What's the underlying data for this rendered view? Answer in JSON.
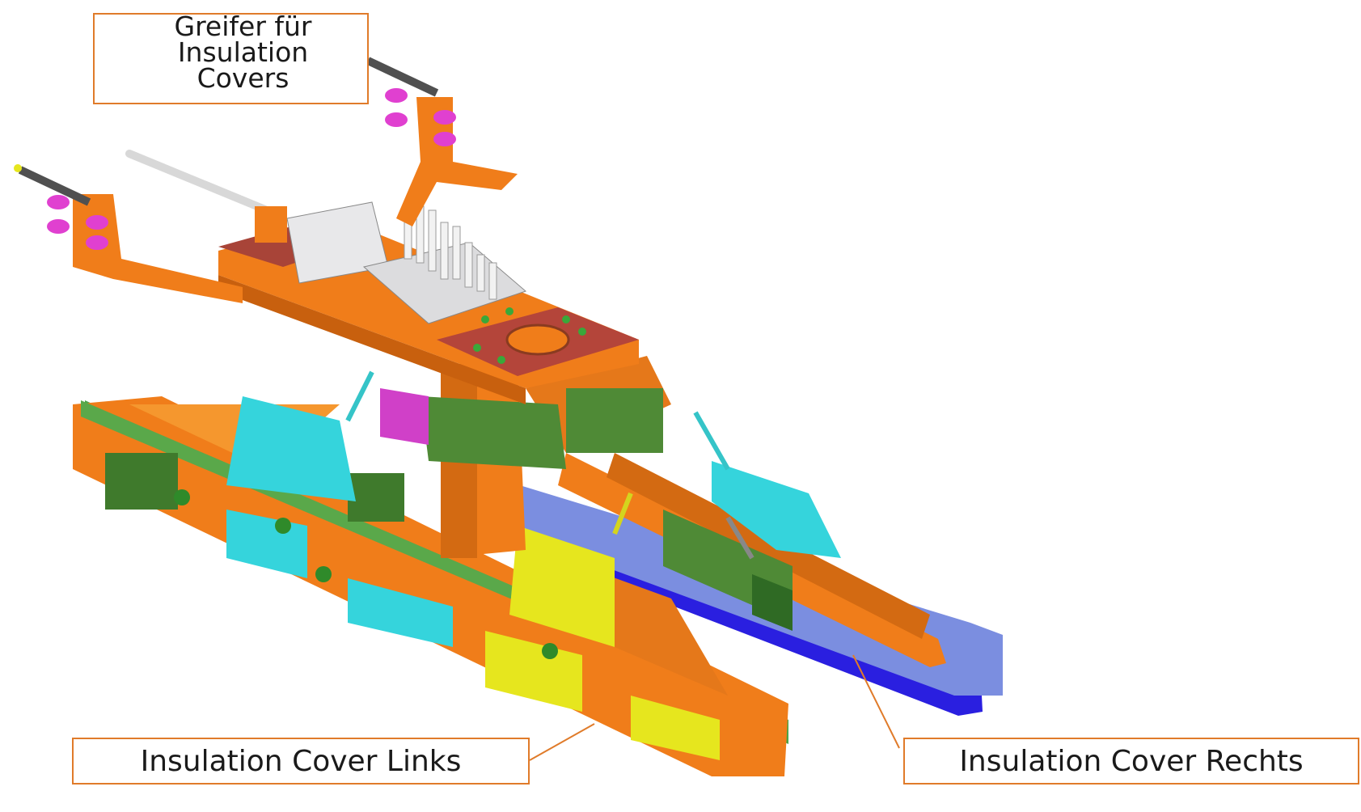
{
  "labels": {
    "gripper": "Greifer für Insulation Covers",
    "cover_left": "Insulation Cover Links",
    "cover_right": "Insulation Cover Rechts"
  },
  "colors": {
    "frame_orange": "#f07d1a",
    "frame_orange_dark": "#c8600e",
    "plate_brown": "#b4453a",
    "green_parts": "#5e9a3a",
    "cyan_cylinders": "#35d4dc",
    "yellow_cylinders": "#e6e61e",
    "blue_rail": "#2a1fe0",
    "magenta_fittings": "#e040d0",
    "callout_border": "#e07b2a"
  }
}
